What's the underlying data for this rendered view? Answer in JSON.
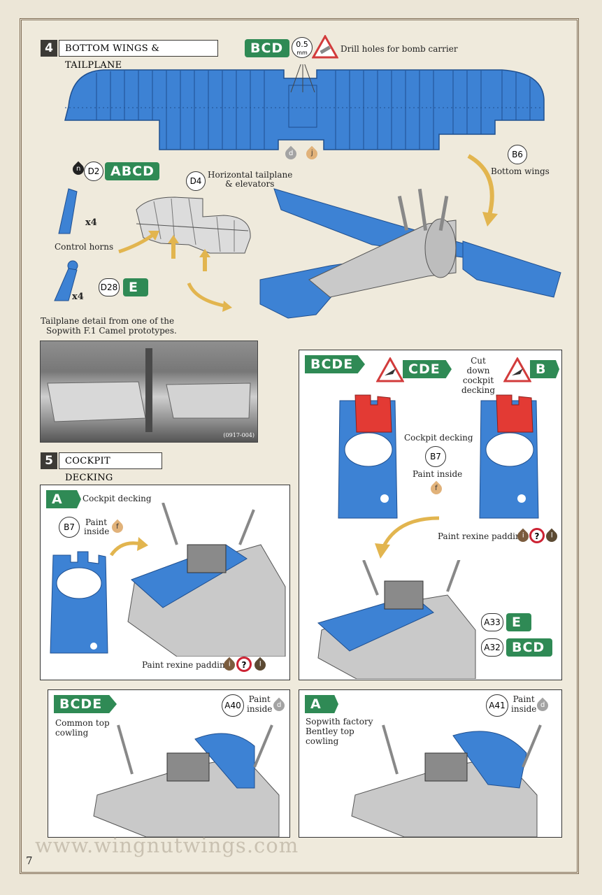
{
  "step4": {
    "number": "4",
    "title": "BOTTOM WINGS & TAILPLANE",
    "drill_tag": "BCD",
    "drill_size_value": "0.5",
    "drill_size_unit": "mm",
    "drill_note": "Drill holes for bomb carrier",
    "paint_d": "d",
    "paint_j": "j",
    "wing_part": "B6",
    "wing_label": "Bottom wings",
    "horn_paint": "n",
    "horn_part_a": "D2",
    "horn_tag_a": "ABCD",
    "horn_qty_a": "x4",
    "horn_label": "Control horns",
    "horn_part_b": "D28",
    "horn_tag_b": "E",
    "horn_qty_b": "x4",
    "tail_part": "D4",
    "tail_label_1": "Horizontal tailplane",
    "tail_label_2": "& elevators",
    "photo_caption_1": "Tailplane detail from one of the",
    "photo_caption_2": "Sopwith F.1 Camel prototypes.",
    "photo_ref": "(0917-004)"
  },
  "step5": {
    "number": "5",
    "title": "COCKPIT DECKING",
    "boxA": {
      "tag": "A",
      "label": "Cockpit decking",
      "part": "B7",
      "paint_label_1": "Paint",
      "paint_label_2": "inside",
      "paint_f": "f",
      "rexine_label": "Paint rexine padding",
      "paint_i": "i",
      "paint_q": "?",
      "paint_l": "l"
    },
    "boxBCDE": {
      "tag": "BCDE",
      "cut_tag_1": "CDE",
      "cut_tag_2": "B",
      "cut_note_1": "Cut down",
      "cut_note_2": "cockpit",
      "cut_note_3": "decking",
      "decking_label": "Cockpit decking",
      "part": "B7",
      "paint_label": "Paint inside",
      "paint_f": "f",
      "rexine_label": "Paint rexine padding",
      "paint_i": "i",
      "paint_q": "?",
      "paint_l": "l",
      "part_a33": "A33",
      "tag_a33": "E",
      "part_a32": "A32",
      "tag_a32": "BCD"
    },
    "boxCowlBCDE": {
      "tag": "BCDE",
      "label_1": "Common top",
      "label_2": "cowling",
      "part": "A40",
      "paint_1": "Paint",
      "paint_2": "inside",
      "paint_d": "d"
    },
    "boxCowlA": {
      "tag": "A",
      "label_1": "Sopwith factory",
      "label_2": "Bentley top",
      "label_3": "cowling",
      "part": "A41",
      "paint_1": "Paint",
      "paint_2": "inside",
      "paint_d": "d"
    }
  },
  "footer": {
    "url": "www.wingnutwings.com",
    "page": "7"
  },
  "colors": {
    "part_blue": "#3d82d4",
    "tag_green": "#2f8a55",
    "cut_red": "#e33a34",
    "metal": "#c9c9c9"
  }
}
